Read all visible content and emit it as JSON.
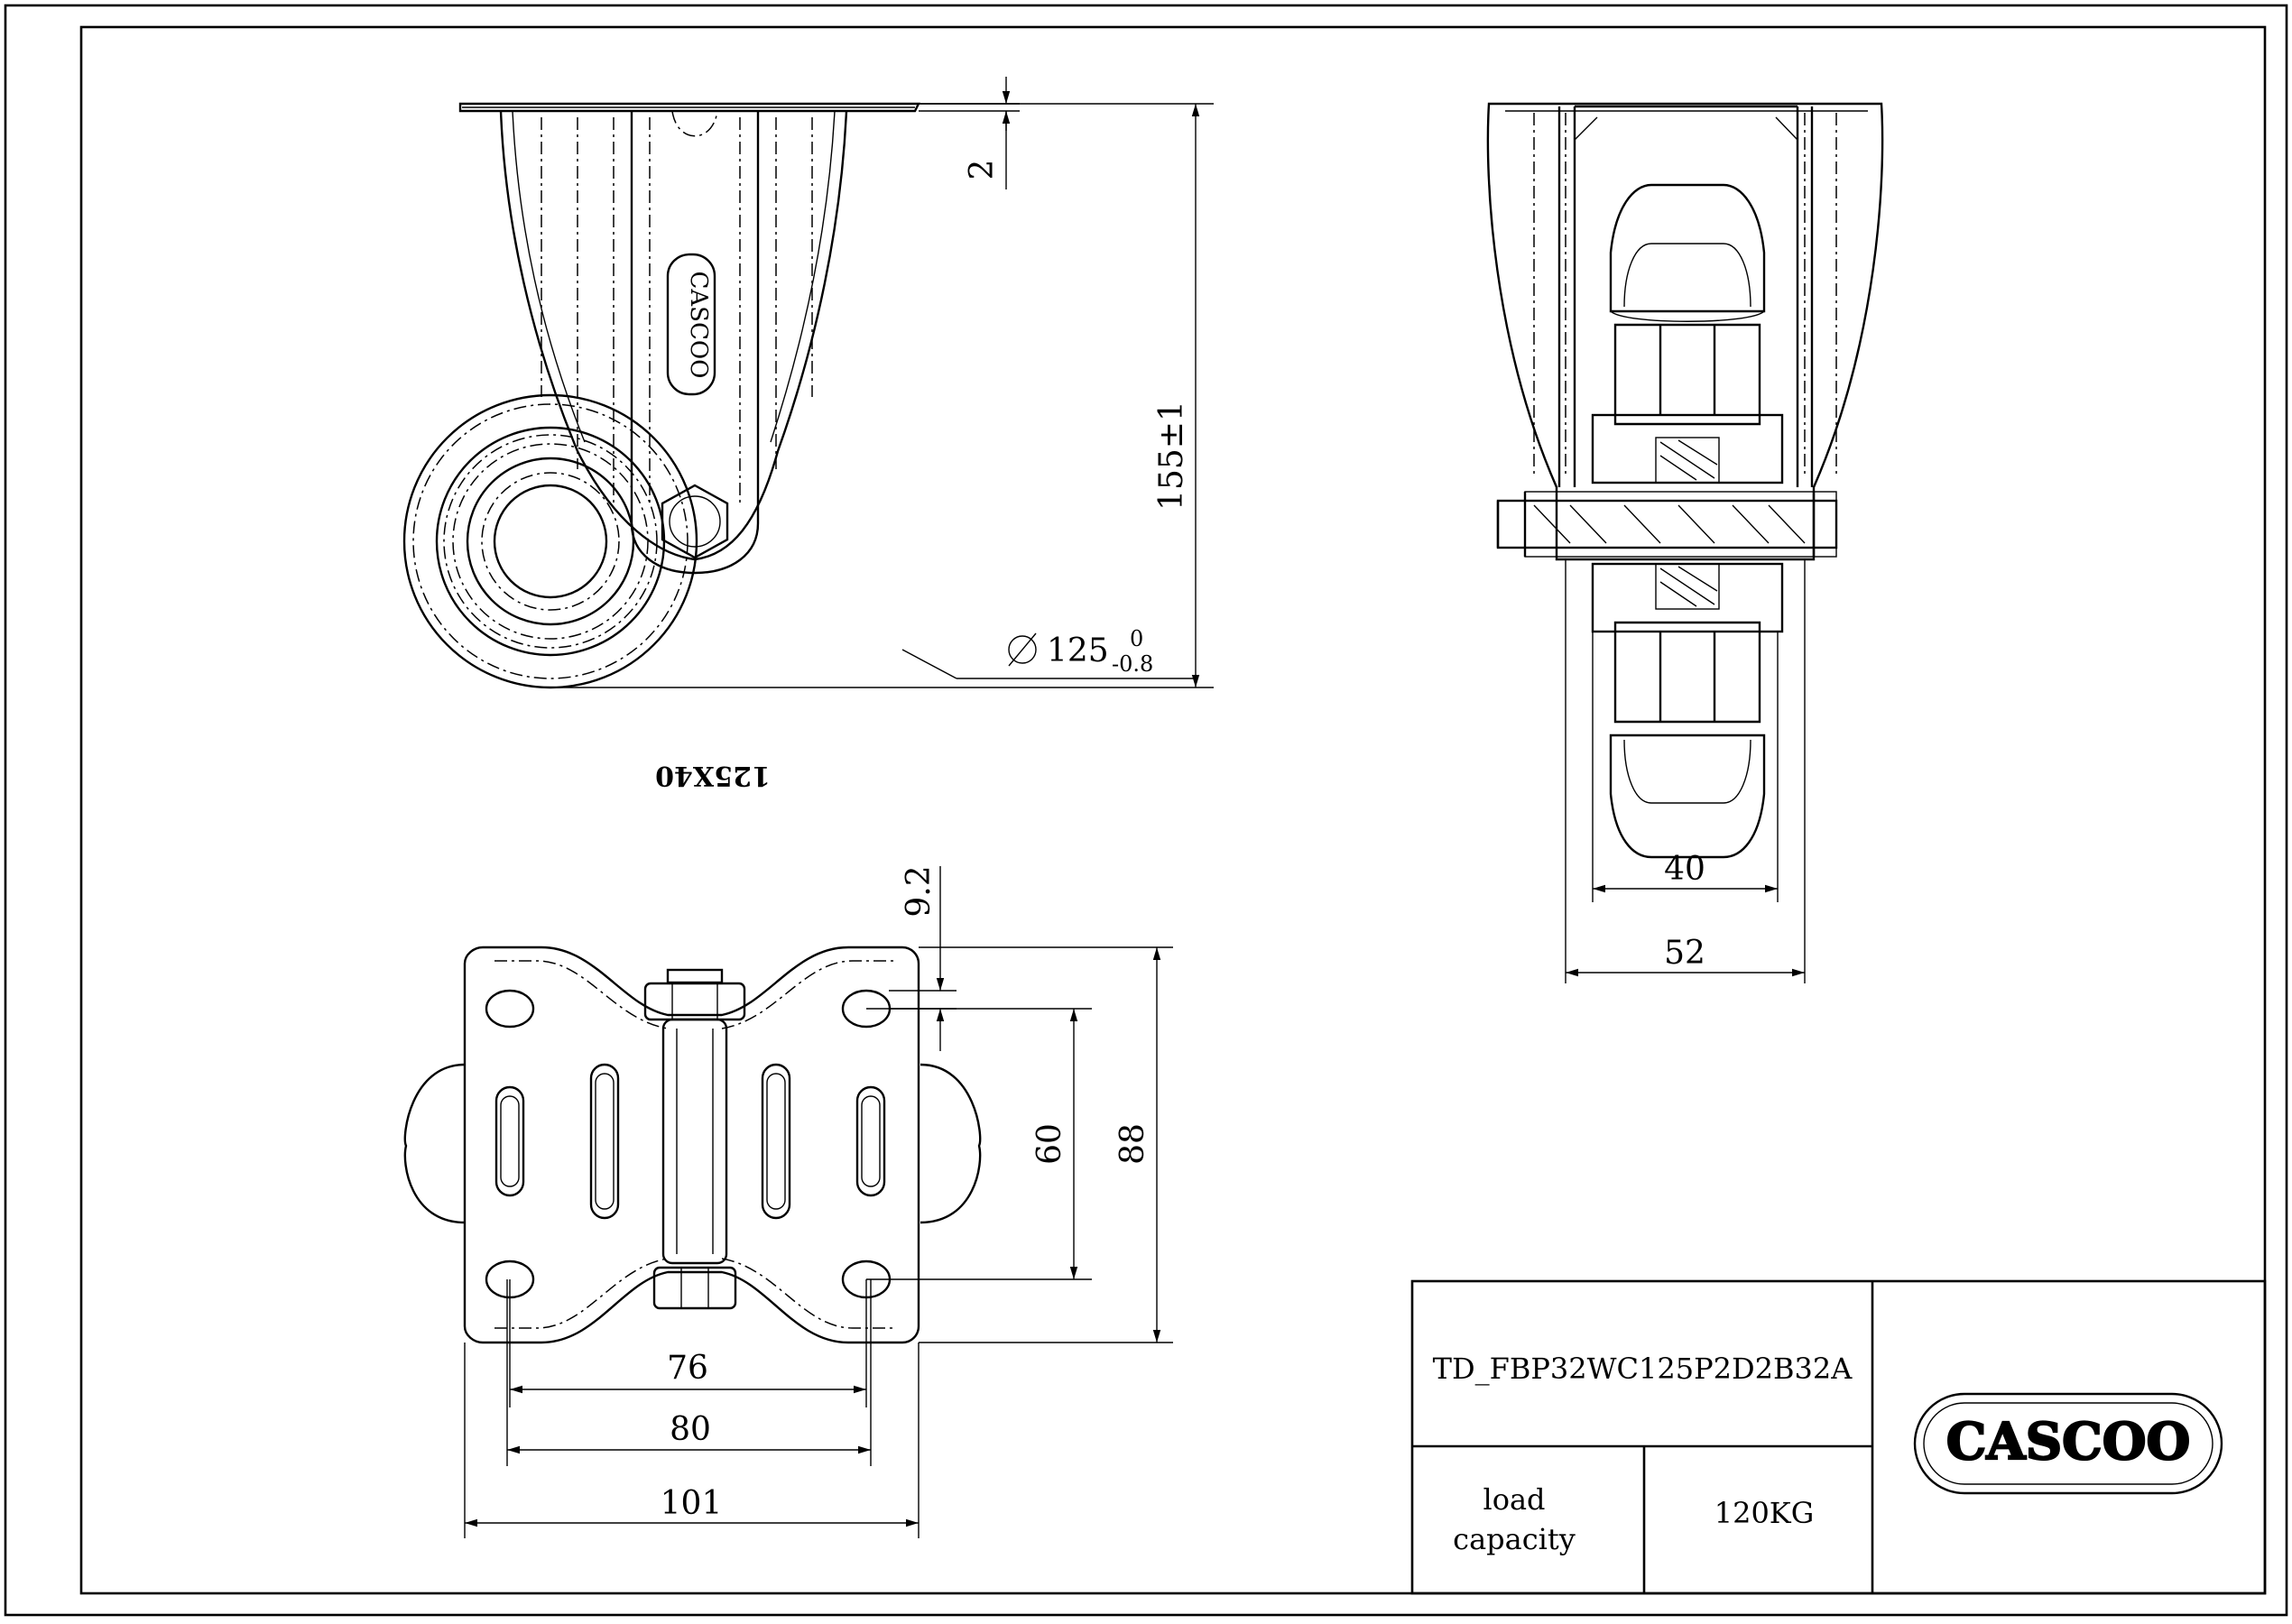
{
  "drawing": {
    "part_number": "TD_FBP32WC125P2D2B32A",
    "load_capacity_label": "load\ncapacity",
    "load_capacity_value": "120KG",
    "brand": "CASCOO",
    "wheel_marking": "125X40",
    "dimensions": {
      "plate_thickness": "2",
      "total_height": "155±1",
      "wheel_diameter": "125",
      "wheel_tol_upper": "0",
      "wheel_tol_lower": "-0.8",
      "wheel_width": "40",
      "bracket_width": "52",
      "hole_offset": "9.2",
      "hole_spacing_y": "60",
      "plate_length": "88",
      "hole_spacing_x_inner": "76",
      "hole_spacing_x_outer": "80",
      "plate_width": "101"
    }
  }
}
